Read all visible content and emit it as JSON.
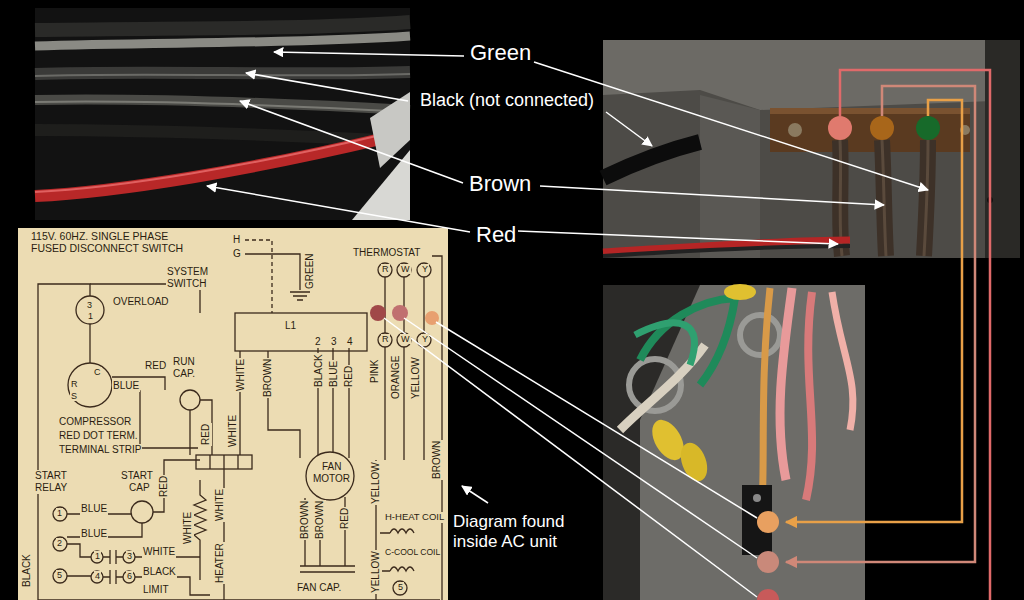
{
  "diagram": {
    "labels": [
      "Green",
      "Black (not connected)",
      "Brown",
      "Red",
      "Diagram found inside AC unit",
      "115V. 60HZ. SINGLE PHASE",
      "FUSED DISCONNECT SWITCH",
      "H",
      "G",
      "SYSTEM",
      "SWITCH",
      "OVERLOAD",
      "GREEN",
      "THERMOSTAT",
      "R",
      "W",
      "Y",
      "3",
      "1",
      "L1",
      "2",
      "3",
      "4",
      "R",
      "W",
      "Y",
      "RED",
      "RUN",
      "CAP.",
      "C",
      "R",
      "S",
      "BLUE",
      "WHITE",
      "BROWN",
      "BLACK",
      "BLUE",
      "RED",
      "PINK",
      "ORANGE",
      "YELLOW",
      "COMPRESSOR",
      "RED DOT TERM.",
      "TERMINAL STRIP",
      "RED",
      "WHITE",
      "START",
      "RELAY",
      "START",
      "CAP",
      "RED",
      "FAN",
      "MOTOR",
      "BLACK",
      "BLUE",
      "BLUE",
      "1",
      "2",
      "5",
      "WHITE",
      "WHITE",
      "HEATER",
      "1",
      "3",
      "4",
      "6",
      "WHITE",
      "BLACK",
      "LIMIT",
      "BROWN",
      "BROWN",
      "RED",
      "FAN CAP.",
      "YELLOW",
      "H-HEAT COIL",
      "C-COOL COIL",
      "YELLOW",
      "5",
      "BROWN"
    ]
  }
}
